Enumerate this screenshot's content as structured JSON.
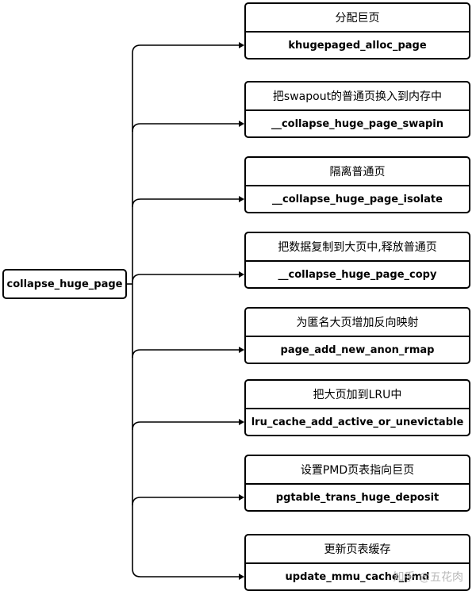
{
  "root": {
    "label": "collapse_huge_page"
  },
  "steps": [
    {
      "desc": "分配巨页",
      "func": "khugepaged_alloc_page"
    },
    {
      "desc": "把swapout的普通页换入到内存中",
      "func": "__collapse_huge_page_swapin"
    },
    {
      "desc": "隔离普通页",
      "func": "__collapse_huge_page_isolate"
    },
    {
      "desc": "把数据复制到大页中,释放普通页",
      "func": "__collapse_huge_page_copy"
    },
    {
      "desc": "为匿名大页增加反向映射",
      "func": "page_add_new_anon_rmap"
    },
    {
      "desc": "把大页加到LRU中",
      "func": "lru_cache_add_active_or_unevictable"
    },
    {
      "desc": "设置PMD页表指向巨页",
      "func": "pgtable_trans_huge_deposit"
    },
    {
      "desc": "更新页表缓存",
      "func": "update_mmu_cache_pmd"
    }
  ],
  "watermark": "知乎 @五花肉"
}
